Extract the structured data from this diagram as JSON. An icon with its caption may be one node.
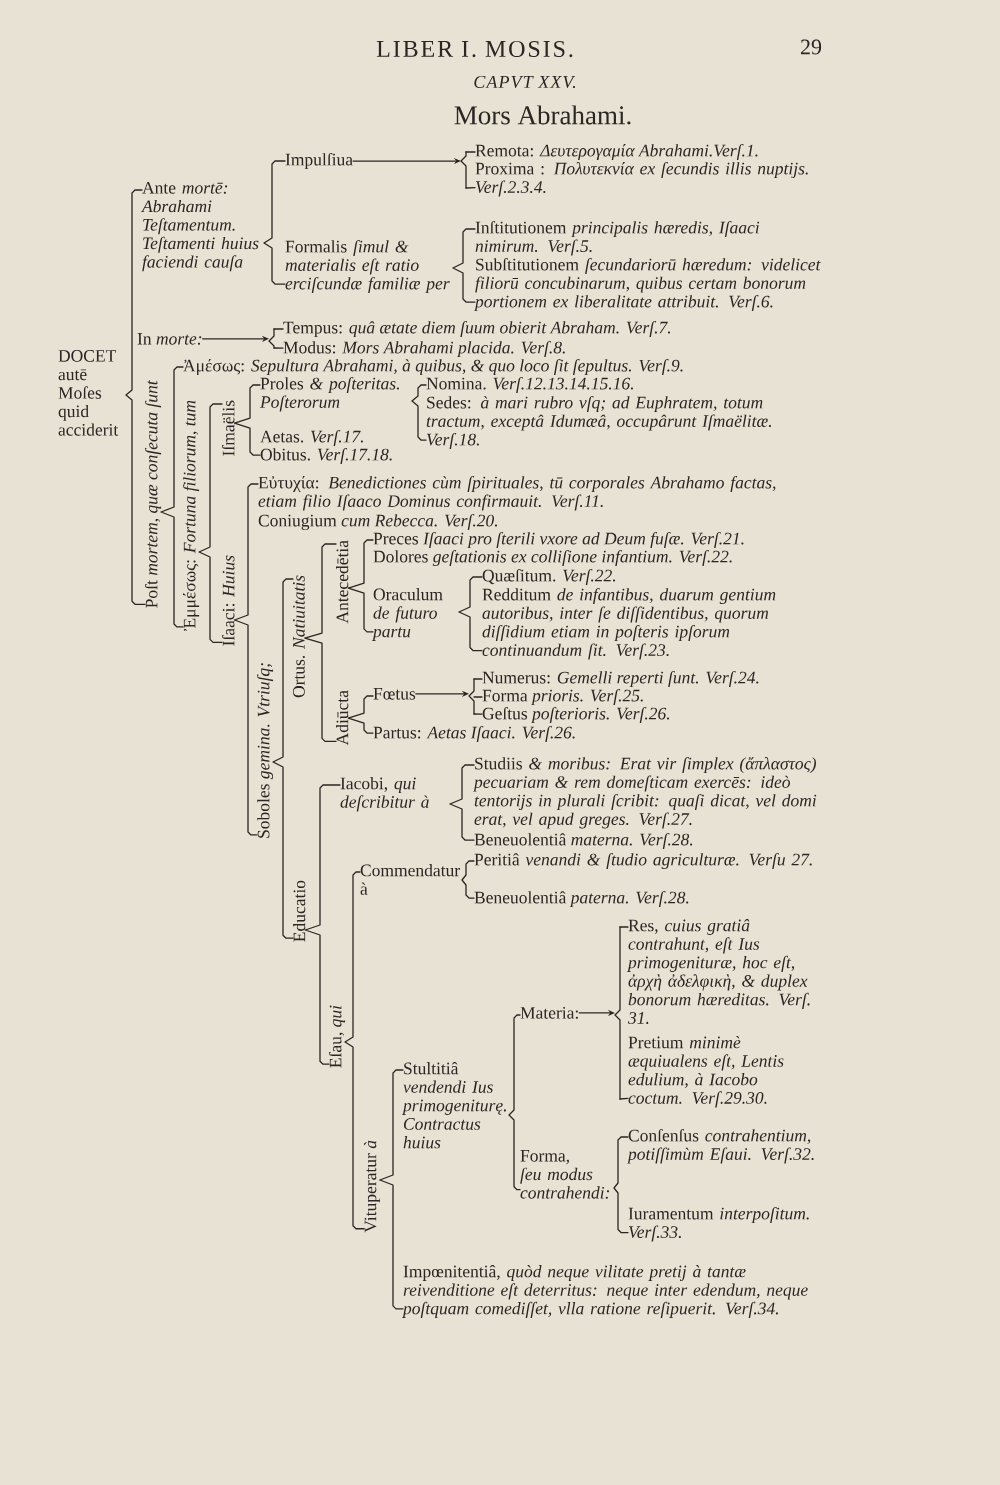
{
  "diagram": {
    "title": "Mors Abrahami.",
    "nodes": [
      {
        "text": [
          "DOCET autē Moſes quid acciderit"
        ]
      },
      {
        "text": [
          "Ante *mortē: Abrahami Teſtamentum. Teſtamenti huius faciendi cauſa*"
        ]
      },
      {
        "text": [
          "Impulſiua"
        ]
      },
      {
        "text": [
          "Remota: *Δευτερογαμία Abrahami.Verſ.1.*"
        ]
      },
      {
        "text": [
          "Proxima : *Πολυτεκνία ex ſecundis illis nuptijs. Verſ.2.3.4.*"
        ]
      },
      {
        "text": [
          "Formalis *ſimul & materialis eſt ratio erciſcundæ familiæ per*"
        ]
      },
      {
        "text": [
          "Inſtitutionem *principalis hæredis, Iſaaci nimirum. Verſ.5.*"
        ]
      },
      {
        "text": [
          "Subſtitutionem *ſecundariorū hæredum: videlicet filiorū concubinarum, quibus certam bonorum portionem ex liberalitate attribuit. Verſ.6.*"
        ]
      },
      {
        "text": [
          "In *morte:*"
        ]
      },
      {
        "text": [
          "Tempus: *quâ ætate diem ſuum obierit Abraham. Verſ.7.*"
        ]
      },
      {
        "text": [
          "Modus: *Mors Abrahami placida. Verſ.8.*"
        ]
      },
      {
        "text": [
          "Poſt *mortem, quæ conſecuta ſunt*"
        ]
      },
      {
        "text": [
          "Ἀμέσως: *Sepultura Abrahami, à quibus, & quo loco ſit ſepultus. Verſ.9.*"
        ]
      },
      {
        "text": [
          "Ἐμμέσως: *Fortuna filiorum, tum*"
        ]
      },
      {
        "text": [
          "Iſmaëlis"
        ]
      },
      {
        "text": [
          "Proles *& poſteritas. Poſterorum*"
        ]
      },
      {
        "text": [
          "Nomina. *Verſ.12.13.14.15.16.*"
        ]
      },
      {
        "text": [
          "Sedes: *à mari rubro vſq; ad Euphratem, totum tractum, exceptâ Idumæâ, occupârunt Iſmaëlitæ. Verſ.18.*"
        ]
      },
      {
        "text": [
          "Aetas. *Verſ.17.*"
        ]
      },
      {
        "text": [
          "Obitus. *Verſ.17.18.*"
        ]
      },
      {
        "text": [
          "Iſaaci: *Huius*"
        ]
      },
      {
        "text": [
          "Εὐτυχία: *Benedictiones cùm ſpirituales, tū corporales Abrahamo factas, etiam filio Iſaaco Dominus confirmauit. Verſ.11.*"
        ]
      },
      {
        "text": [
          "Coniugium *cum Rebecca. Verſ.20.*"
        ]
      },
      {
        "text": [
          "Soboles *gemina. Vtriuſq;*"
        ]
      },
      {
        "text": [
          "Ortus. *Natiuitatis*"
        ]
      },
      {
        "text": [
          "Antecedētia"
        ]
      },
      {
        "text": [
          "Preces *Iſaaci pro ſterili vxore ad Deum fuſæ. Verſ.21.*"
        ]
      },
      {
        "text": [
          "Dolores *geſtationis ex colliſione infantium. Verſ.22.*"
        ]
      },
      {
        "text": [
          "Oraculum *de futuro partu*"
        ]
      },
      {
        "text": [
          "Quæſitum. *Verſ.22.*"
        ]
      },
      {
        "text": [
          "Redditum *de infantibus, duarum gentium autoribus, inter ſe diſſidentibus, quorum diſſidium etiam in poſteris ipſorum continuandum ſit. Verſ.23.*"
        ]
      },
      {
        "text": [
          "Adiūcta"
        ]
      },
      {
        "text": [
          "Fœtus"
        ]
      },
      {
        "text": [
          "Numerus: *Gemelli reperti ſunt. Verſ.24.*"
        ]
      },
      {
        "text": [
          "Forma *prioris. Verſ.25.*"
        ]
      },
      {
        "text": [
          "Geſtus *poſterioris. Verſ.26.*"
        ]
      },
      {
        "text": [
          "Partus: *Aetas Iſaaci. Verſ.26.*"
        ]
      },
      {
        "text": [
          "Educatio"
        ]
      },
      {
        "text": [
          "Iacobi, *qui deſcribitur à*"
        ]
      },
      {
        "text": [
          "Studiis *& moribus: Erat vir ſimplex (ἄπλαστος) pecuariam & rem domeſticam exercēs: ideò tentorijs in plurali ſcribit: quaſi dicat, vel domi erat, vel apud greges. Verſ.27.*"
        ]
      },
      {
        "text": [
          "Beneuolentiâ *materna. Verſ.28.*"
        ]
      },
      {
        "text": [
          "Commendatur à"
        ]
      },
      {
        "text": [
          "Peritiâ *venandi & ſtudio agriculturæ. Verſu 27.*"
        ]
      },
      {
        "text": [
          "Beneuolentiâ *paterna. Verſ.28.*"
        ]
      },
      {
        "text": [
          "Eſau, *qui*"
        ]
      },
      {
        "text": [
          "Vituperatur *à*"
        ]
      },
      {
        "text": [
          "Stultitiâ *vendendi Ius primogeniturę. Contractus huius*"
        ]
      },
      {
        "text": [
          "Materia:"
        ]
      },
      {
        "text": [
          "Res, *cuius gratiâ contrahunt, eſt Ius primogenituræ, hoc eſt, ἀρχὴ ἀδελφικὴ, & duplex bonorum hæreditas. Verſ. 31.*"
        ]
      },
      {
        "text": [
          "Pretium *minimè æquiualens eſt, Lentis edulium, à Iacobo coctum. Verſ.29.30.*"
        ]
      },
      {
        "text": [
          "Forma, *ſeu modus contrahendi:*"
        ]
      },
      {
        "text": [
          "Conſenſus *contrahentium, potiſſimùm Eſaui. Verſ.32.*"
        ]
      },
      {
        "text": [
          "Iuramentum *interpoſitum. Verſ.33.*"
        ]
      },
      {
        "text": [
          "Impœnitentiâ, *quòd neque vilitate pretij à tantæ reivenditione eſt deterritus: neque inter edendum, neque poſtquam comediſſet, vlla ratione reſipuerit. Verſ.34.*"
        ]
      },
      {
        "text": [],
        "shape": "brace"
      },
      {
        "text": [],
        "shape": "brace"
      },
      {
        "text": [],
        "shape": "brace"
      },
      {
        "text": [],
        "shape": "brace"
      }
    ],
    "edges": [
      {
        "from": 0,
        "to": 1,
        "arrow": "none"
      },
      {
        "from": 0,
        "to": 8,
        "arrow": "none"
      },
      {
        "from": 0,
        "to": 11,
        "arrow": "none"
      },
      {
        "from": 1,
        "to": 2,
        "arrow": "none"
      },
      {
        "from": 1,
        "to": 5,
        "arrow": "none"
      },
      {
        "from": 2,
        "to": 54,
        "arrow": "to"
      },
      {
        "from": 54,
        "to": 3,
        "arrow": "none"
      },
      {
        "from": 54,
        "to": 4,
        "arrow": "none"
      },
      {
        "from": 5,
        "to": 6,
        "arrow": "none"
      },
      {
        "from": 5,
        "to": 7,
        "arrow": "none"
      },
      {
        "from": 8,
        "to": 55,
        "arrow": "to"
      },
      {
        "from": 55,
        "to": 9,
        "arrow": "none"
      },
      {
        "from": 55,
        "to": 10,
        "arrow": "none"
      },
      {
        "from": 11,
        "to": 12,
        "arrow": "none"
      },
      {
        "from": 11,
        "to": 13,
        "arrow": "none"
      },
      {
        "from": 13,
        "to": 14,
        "arrow": "none"
      },
      {
        "from": 13,
        "to": 20,
        "arrow": "none"
      },
      {
        "from": 14,
        "to": 15,
        "arrow": "none"
      },
      {
        "from": 14,
        "to": 18,
        "arrow": "none"
      },
      {
        "from": 14,
        "to": 19,
        "arrow": "none"
      },
      {
        "from": 15,
        "to": 16,
        "arrow": "none"
      },
      {
        "from": 15,
        "to": 17,
        "arrow": "none"
      },
      {
        "from": 20,
        "to": 21,
        "arrow": "none"
      },
      {
        "from": 20,
        "to": 22,
        "arrow": "none"
      },
      {
        "from": 20,
        "to": 23,
        "arrow": "none"
      },
      {
        "from": 23,
        "to": 24,
        "arrow": "none"
      },
      {
        "from": 23,
        "to": 37,
        "arrow": "none"
      },
      {
        "from": 24,
        "to": 25,
        "arrow": "none"
      },
      {
        "from": 24,
        "to": 31,
        "arrow": "none"
      },
      {
        "from": 25,
        "to": 26,
        "arrow": "none"
      },
      {
        "from": 25,
        "to": 27,
        "arrow": "none"
      },
      {
        "from": 25,
        "to": 28,
        "arrow": "none"
      },
      {
        "from": 28,
        "to": 29,
        "arrow": "none"
      },
      {
        "from": 28,
        "to": 30,
        "arrow": "none"
      },
      {
        "from": 31,
        "to": 32,
        "arrow": "none"
      },
      {
        "from": 31,
        "to": 36,
        "arrow": "none"
      },
      {
        "from": 32,
        "to": 56,
        "arrow": "to"
      },
      {
        "from": 56,
        "to": 33,
        "arrow": "none"
      },
      {
        "from": 56,
        "to": 34,
        "arrow": "none"
      },
      {
        "from": 56,
        "to": 35,
        "arrow": "none"
      },
      {
        "from": 37,
        "to": 38,
        "arrow": "none"
      },
      {
        "from": 37,
        "to": 44,
        "arrow": "none"
      },
      {
        "from": 38,
        "to": 39,
        "arrow": "none"
      },
      {
        "from": 38,
        "to": 40,
        "arrow": "none"
      },
      {
        "from": 44,
        "to": 41,
        "arrow": "none"
      },
      {
        "from": 44,
        "to": 45,
        "arrow": "none"
      },
      {
        "from": 41,
        "to": 42,
        "arrow": "none"
      },
      {
        "from": 41,
        "to": 43,
        "arrow": "none"
      },
      {
        "from": 45,
        "to": 46,
        "arrow": "none"
      },
      {
        "from": 45,
        "to": 53,
        "arrow": "none"
      },
      {
        "from": 46,
        "to": 47,
        "arrow": "none"
      },
      {
        "from": 46,
        "to": 50,
        "arrow": "none"
      },
      {
        "from": 47,
        "to": 57,
        "arrow": "to"
      },
      {
        "from": 57,
        "to": 48,
        "arrow": "none"
      },
      {
        "from": 57,
        "to": 49,
        "arrow": "none"
      },
      {
        "from": 50,
        "to": 51,
        "arrow": "none"
      },
      {
        "from": 50,
        "to": 52,
        "arrow": "none"
      }
    ],
    "labels": [
      "LIBER I. MOSIS.",
      "29",
      "CAPVT XXV."
    ]
  }
}
